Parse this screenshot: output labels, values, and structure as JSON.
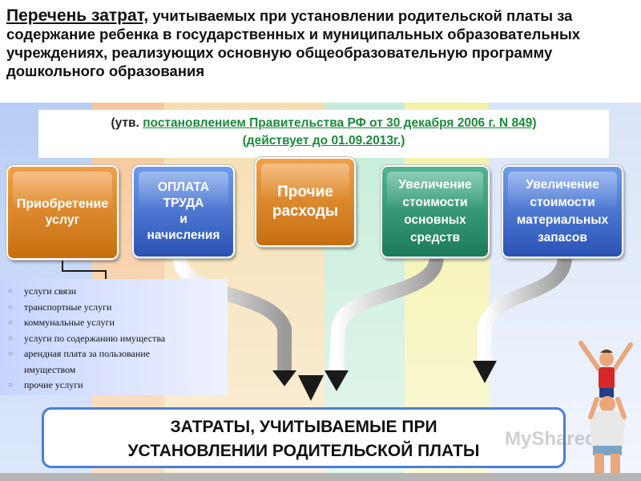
{
  "title": {
    "lead": "Перечень  затрат,",
    "rest": " учитываемых при установлении родительской платы за содержание ребенка в государственных и муниципальных образовательных учреждениях, реализующих основную общеобразовательную программу дошкольного  образования"
  },
  "law": {
    "prefix": "(утв. ",
    "link": "постановлением Правительства РФ от 30 декабря 2006 г. N 849)",
    "valid": "(действует до 01.09.2013г.)"
  },
  "cards": [
    {
      "label": "Приобретение\nуслуг",
      "color": "orange"
    },
    {
      "label": "ОПЛАТА\nТРУДА\nи\nначисления",
      "color": "blue"
    },
    {
      "label": "Прочие\nрасходы",
      "color": "orange"
    },
    {
      "label": "Увеличение\nстоимости\nосновных\nсредств",
      "color": "green"
    },
    {
      "label": "Увеличение\nстоимости\nматериальных\nзапасов",
      "color": "blue"
    }
  ],
  "services": [
    {
      "bullet": "○",
      "text": "услуги связи"
    },
    {
      "bullet": "○",
      "text": "транспортные услуги"
    },
    {
      "bullet": "○",
      "text": "коммунальные услуги"
    },
    {
      "bullet": "○",
      "text": "услуги по содержанию имущества"
    },
    {
      "bullet": "○",
      "text": "арендная плата за пользование"
    },
    {
      "bullet": "",
      "text": "имуществом"
    },
    {
      "bullet": "○",
      "text": "прочие услуги"
    }
  ],
  "result": {
    "line1": "ЗАТРАТЫ, УЧИТЫВАЕМЫЕ ПРИ",
    "line2": "УСТАНОВЛЕНИИ РОДИТЕЛЬСКОЙ ПЛАТЫ"
  },
  "watermark": "MyShared",
  "colors": {
    "orange": "#d9821f",
    "blue": "#3a66cc",
    "green": "#2a8f6a",
    "link": "#1a8a3a",
    "result_border": "#4a7fd6",
    "arrow": "#1a1a1a"
  }
}
